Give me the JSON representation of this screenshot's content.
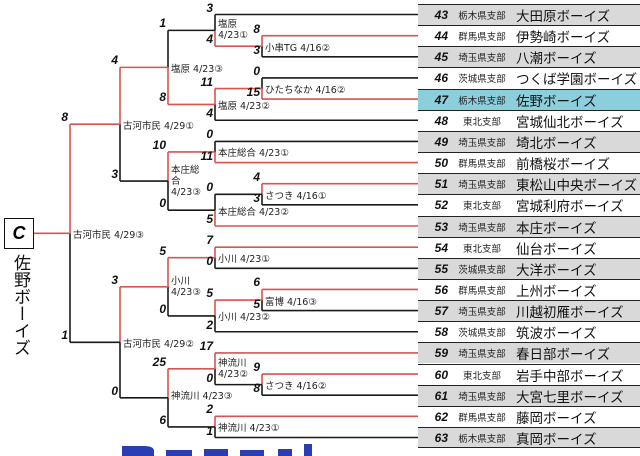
{
  "champion": {
    "label": "C",
    "name": "佐野ボーイズ"
  },
  "teams": [
    {
      "num": "43",
      "branch": "栃木県支部",
      "name": "大田原ボーイズ"
    },
    {
      "num": "44",
      "branch": "群馬県支部",
      "name": "伊勢崎ボーイズ"
    },
    {
      "num": "45",
      "branch": "埼玉県支部",
      "name": "八潮ボーイズ"
    },
    {
      "num": "46",
      "branch": "茨城県支部",
      "name": "つくば学園ボーイズ"
    },
    {
      "num": "47",
      "branch": "栃木県支部",
      "name": "佐野ボーイズ",
      "highlight": true
    },
    {
      "num": "48",
      "branch": "東北支部",
      "name": "宮城仙北ボーイズ"
    },
    {
      "num": "49",
      "branch": "埼玉県支部",
      "name": "埼北ボーイズ"
    },
    {
      "num": "50",
      "branch": "群馬県支部",
      "name": "前橋桜ボーイズ"
    },
    {
      "num": "51",
      "branch": "埼玉県支部",
      "name": "東松山中央ボーイズ"
    },
    {
      "num": "52",
      "branch": "東北支部",
      "name": "宮城利府ボーイズ"
    },
    {
      "num": "53",
      "branch": "埼玉県支部",
      "name": "本庄ボーイズ"
    },
    {
      "num": "54",
      "branch": "東北支部",
      "name": "仙台ボーイズ"
    },
    {
      "num": "55",
      "branch": "茨城県支部",
      "name": "大洋ボーイズ"
    },
    {
      "num": "56",
      "branch": "群馬県支部",
      "name": "上州ボーイズ"
    },
    {
      "num": "57",
      "branch": "埼玉県支部",
      "name": "川越初雁ボーイズ"
    },
    {
      "num": "58",
      "branch": "茨城県支部",
      "name": "筑波ボーイズ"
    },
    {
      "num": "59",
      "branch": "埼玉県支部",
      "name": "春日部ボーイズ"
    },
    {
      "num": "60",
      "branch": "東北支部",
      "name": "岩手中部ボーイズ"
    },
    {
      "num": "61",
      "branch": "埼玉県支部",
      "name": "大宮七里ボーイズ"
    },
    {
      "num": "62",
      "branch": "群馬県支部",
      "name": "藤岡ボーイズ"
    },
    {
      "num": "63",
      "branch": "栃木県支部",
      "name": "真岡ボーイズ"
    }
  ],
  "matches": {
    "m1": {
      "venue": "小串TG 4/16②",
      "scores": [
        "8",
        "3"
      ],
      "winner": 0
    },
    "m2": {
      "venue": "塩原 4/23①",
      "scores": [
        "3",
        "4"
      ],
      "winner": 1
    },
    "m3": {
      "venue": "ひたちなか 4/16②",
      "scores": [
        "0",
        "15"
      ],
      "winner": 1
    },
    "m4": {
      "venue": "塩原 4/23②",
      "scores": [
        "11",
        "4"
      ],
      "winner": 0
    },
    "m5": {
      "venue": "塩原 4/23③",
      "scores": [
        "1",
        "8"
      ],
      "winner": 1
    },
    "m6": {
      "venue": "本庄総合 4/23①",
      "scores": [
        "0",
        "11"
      ],
      "winner": 1
    },
    "m7": {
      "venue": "さつき 4/16①",
      "scores": [
        "4",
        "3"
      ],
      "winner": 0
    },
    "m8": {
      "venue": "本庄総合 4/23②",
      "scores": [
        "0",
        "5"
      ],
      "winner": 1
    },
    "m9": {
      "venue": "本庄総合 4/23③",
      "scores": [
        "10",
        "0"
      ],
      "winner": 0
    },
    "m10": {
      "venue": "古河市民 4/29①",
      "scores": [
        "4",
        "3"
      ],
      "winner": 0
    },
    "m11": {
      "venue": "小川 4/23①",
      "scores": [
        "7",
        "0"
      ],
      "winner": 0
    },
    "m12": {
      "venue": "富博 4/16③",
      "scores": [
        "6",
        "5"
      ],
      "winner": 0
    },
    "m13": {
      "venue": "小川 4/23②",
      "scores": [
        "5",
        "2"
      ],
      "winner": 0
    },
    "m14": {
      "venue": "小川 4/23③",
      "scores": [
        "5",
        "0"
      ],
      "winner": 0
    },
    "m15": {
      "venue": "さつき 4/16②",
      "scores": [
        "9",
        "8"
      ],
      "winner": 0
    },
    "m16": {
      "venue": "神流川 4/23②",
      "scores": [
        "17",
        "0"
      ],
      "winner": 0
    },
    "m17": {
      "venue": "神流川 4/23①",
      "scores": [
        "2",
        "1"
      ],
      "winner": 0
    },
    "m18": {
      "venue": "神流川 4/23③",
      "scores": [
        "25",
        "6"
      ],
      "winner": 0
    },
    "m19": {
      "venue": "古河市民 4/29②",
      "scores": [
        "3",
        "0"
      ],
      "winner": 0
    },
    "final": {
      "venue": "古河市民 4/29③",
      "scores": [
        "8",
        "1"
      ],
      "winner": 0
    }
  },
  "colors": {
    "win": "#d9534f",
    "line": "#1a1a1a",
    "highlight": "#8ccfdc",
    "stripe": "#d9d9d9",
    "logo": "#2a3db5"
  }
}
